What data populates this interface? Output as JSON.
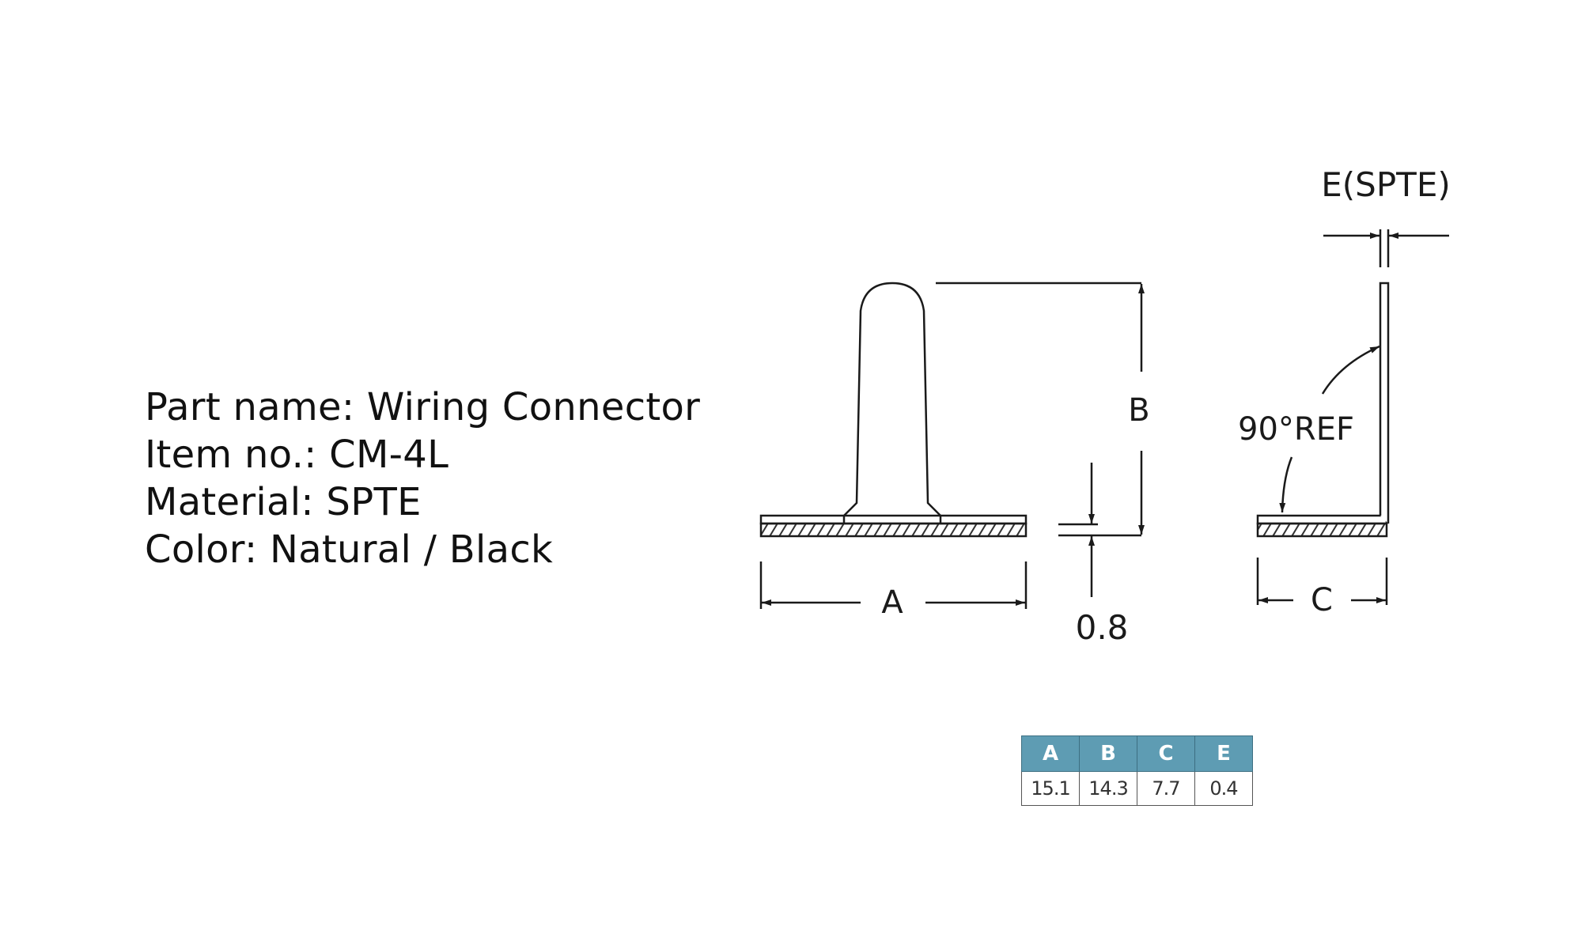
{
  "specs": {
    "part_name": "Part name: Wiring Connector",
    "item_no": "Item no.: CM-4L",
    "material": "Material:  SPTE",
    "color": "Color: Natural / Black"
  },
  "drawing": {
    "label_a": "A",
    "label_b": "B",
    "label_c": "C",
    "thickness": "0.8",
    "angle_ref": "90°REF",
    "e_label": "E(SPTE)"
  },
  "table": {
    "headers": [
      "A",
      "B",
      "C",
      "E"
    ],
    "values": [
      "15.1",
      "14.3",
      "7.7",
      "0.4"
    ]
  }
}
